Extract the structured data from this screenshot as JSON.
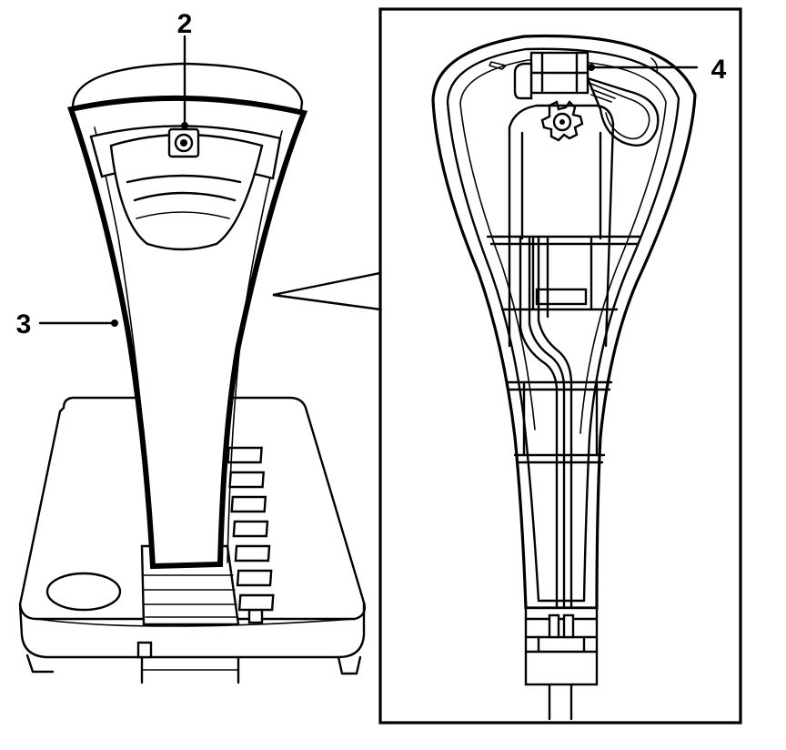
{
  "callouts": {
    "label_2": "2",
    "label_3": "3",
    "label_4": "4"
  },
  "colors": {
    "ink": "#000000",
    "paper": "#ffffff"
  }
}
